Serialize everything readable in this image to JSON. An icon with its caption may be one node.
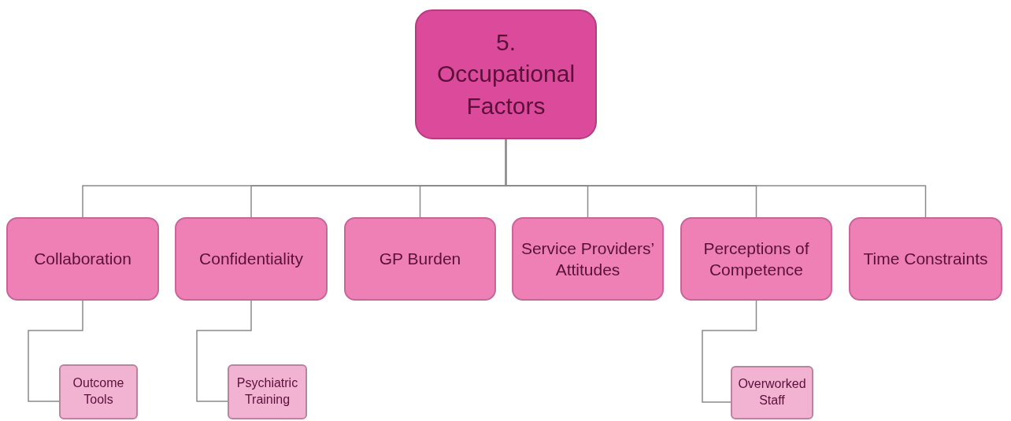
{
  "diagram": {
    "nodes": [
      {
        "text": [
          "5. Occupational Factors"
        ]
      },
      {
        "text": [
          "Collaboration"
        ]
      },
      {
        "text": [
          "Confidentiality"
        ]
      },
      {
        "text": [
          "GP Burden"
        ]
      },
      {
        "text": [
          "Service Providers’ Attitudes"
        ]
      },
      {
        "text": [
          "Perceptions of Competence"
        ]
      },
      {
        "text": [
          "Time Constraints"
        ]
      },
      {
        "text": [
          "Outcome Tools"
        ]
      },
      {
        "text": [
          "Psychiatric Training"
        ]
      },
      {
        "text": [
          "Overworked Staff"
        ]
      }
    ],
    "edges": [
      {
        "from": 0,
        "to": 1,
        "arrow": "none"
      },
      {
        "from": 0,
        "to": 2,
        "arrow": "none"
      },
      {
        "from": 0,
        "to": 3,
        "arrow": "none"
      },
      {
        "from": 0,
        "to": 4,
        "arrow": "none"
      },
      {
        "from": 0,
        "to": 5,
        "arrow": "none"
      },
      {
        "from": 0,
        "to": 6,
        "arrow": "none"
      },
      {
        "from": 1,
        "to": 7,
        "arrow": "none"
      },
      {
        "from": 2,
        "to": 8,
        "arrow": "none"
      },
      {
        "from": 5,
        "to": 9,
        "arrow": "none"
      }
    ]
  }
}
